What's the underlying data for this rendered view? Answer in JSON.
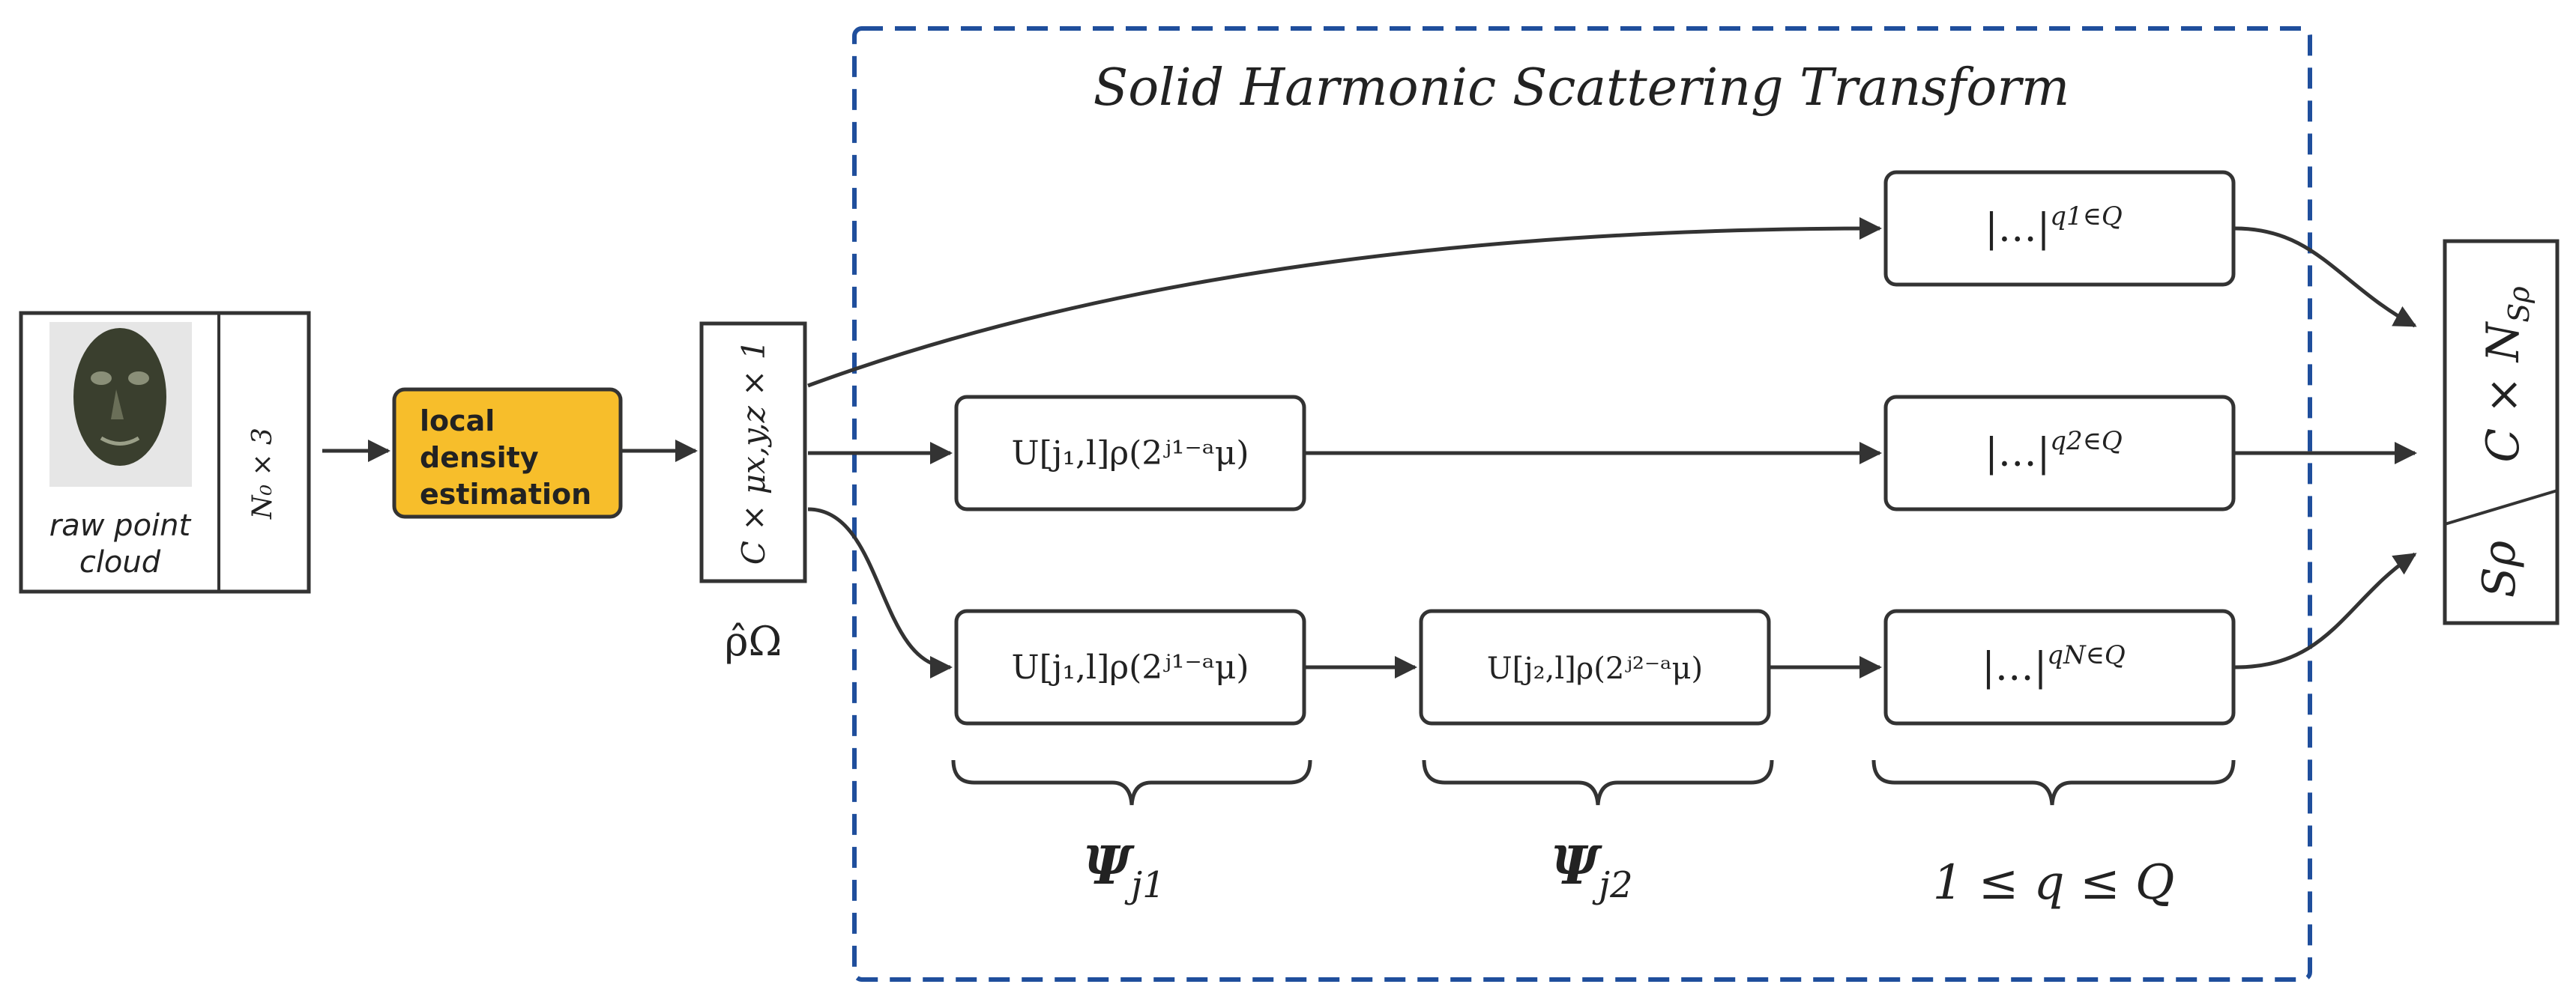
{
  "diagram": {
    "title": "Solid Harmonic Scattering Transform",
    "input": {
      "caption_line1": "raw point",
      "caption_line2": "cloud",
      "dim_label": "N₀ × 3"
    },
    "density_step": {
      "line1": "local",
      "line2": "density",
      "line3": "estimation",
      "fill_color": "#F7BE2B"
    },
    "density_tensor": {
      "dim_label": "C × μx,y,z × 1",
      "symbol": "ρ̂Ω"
    },
    "wavelet_boxes": {
      "j1_top": "U[j₁,l]ρ(2ʲ¹⁻ᵃμ)",
      "j1_bottom": "U[j₁,l]ρ(2ʲ¹⁻ᵃμ)",
      "j2": "U[j₂,l]ρ(2ʲ²⁻ᵃμ)"
    },
    "power_boxes": {
      "q1": "|…|",
      "q1_sup": "q1∈Q",
      "q2": "|…|",
      "q2_sup": "q2∈Q",
      "qN": "|…|",
      "qN_sup": "qN∈Q"
    },
    "braces": {
      "psi_j1": "Ψ",
      "psi_j1_sub": "j1",
      "psi_j2": "Ψ",
      "psi_j2_sub": "j2",
      "q_range": "1 ≤ q ≤ Q"
    },
    "output": {
      "dim_label": "C × N",
      "dim_sub": "Sρ",
      "symbol": "Sρ"
    },
    "colors": {
      "dashed_frame": "#1F4E9C",
      "lines": "#333333"
    }
  }
}
